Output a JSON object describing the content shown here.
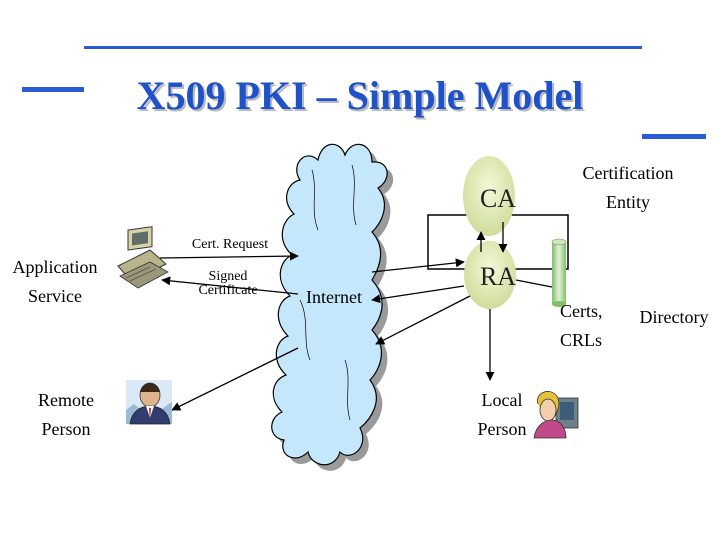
{
  "slide": {
    "title": "X509 PKI – Simple Model",
    "accent_color": "#2a5bd7"
  },
  "diagram": {
    "nodes": {
      "ca": "CA",
      "ra": "RA",
      "certification_entity": [
        "Certification",
        "Entity"
      ],
      "internet": "Internet",
      "application_service": [
        "Application",
        "Service"
      ],
      "remote_person": [
        "Remote",
        "Person"
      ],
      "local_person": [
        "Local",
        "Person"
      ],
      "certs_crls": [
        "Certs,",
        "CRLs"
      ],
      "directory": "Directory"
    },
    "edges": {
      "cert_request": "Cert. Request",
      "signed_certificate": [
        "Signed",
        "Certificate"
      ]
    },
    "icons": [
      "computer-icon",
      "remote-person-icon",
      "local-person-icon",
      "cloud-icon",
      "directory-cylinder-icon"
    ]
  }
}
